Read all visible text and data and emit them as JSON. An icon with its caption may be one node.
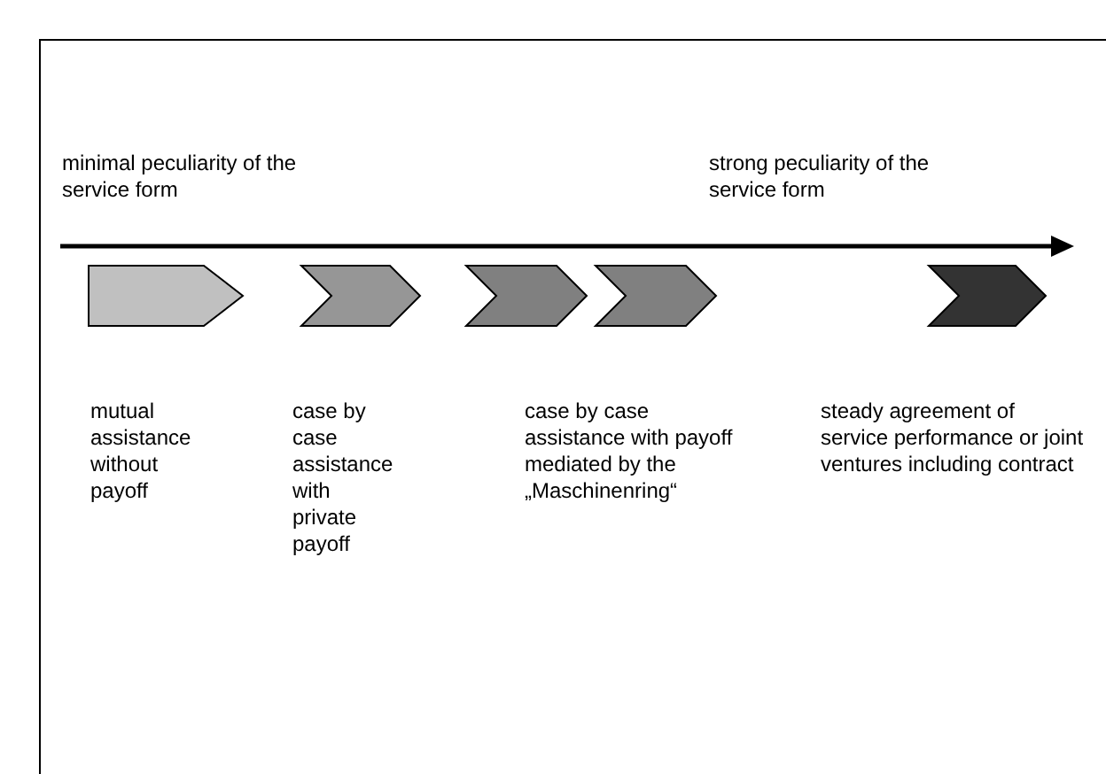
{
  "diagram": {
    "labels": [
      "minimal peculiarity of the service form",
      "strong peculiarity of the service form",
      "mutual assistance without payoff",
      "case by case assistance with private payoff",
      "case by case assistance with payoff mediated by the „Maschinenring“",
      "steady agreement of service performance or joint ventures including contract"
    ]
  }
}
